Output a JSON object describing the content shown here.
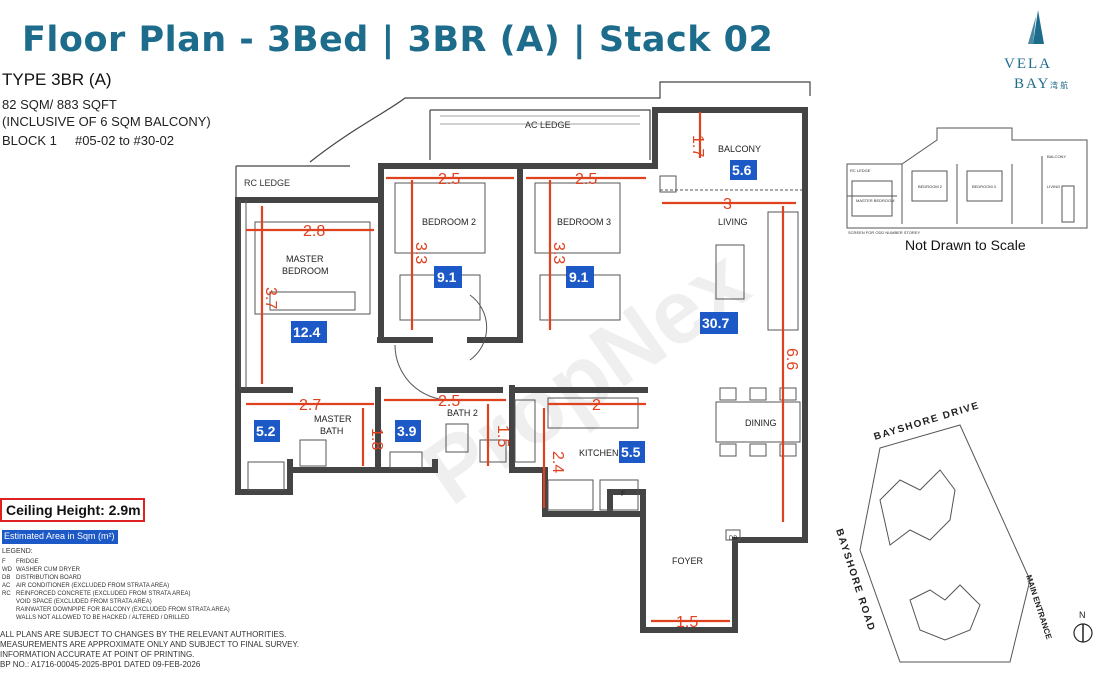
{
  "header": {
    "title": "Floor Plan - 3Bed | 3BR (A) | Stack 02",
    "type_label": "TYPE 3BR (A)",
    "area_line": "82 SQM/ 883 SQFT",
    "balcony_line": "(INCLUSIVE OF 6 SQM BALCONY)",
    "block_line": "BLOCK 1     #05-02 to #30-02"
  },
  "brand": {
    "line1": "VELA",
    "line2": "BAY",
    "chinese": "湾 航"
  },
  "ceiling": "Ceiling Height: 2.9m",
  "estimated_badge": "Estimated Area in Sqm (m²)",
  "legend": {
    "title": "LEGEND:",
    "items": [
      {
        "code": "F",
        "text": "FRIDGE"
      },
      {
        "code": "WD",
        "text": "WASHER CUM DRYER"
      },
      {
        "code": "DB",
        "text": "DISTRIBUTION BOARD"
      },
      {
        "code": "AC",
        "text": "AIR CONDITIONER (EXCLUDED FROM STRATA AREA)"
      },
      {
        "code": "RC",
        "text": "REINFORCED CONCRETE (EXCLUDED FROM STRATA AREA)"
      },
      {
        "code": "",
        "text": "VOID SPACE (EXCLUDED FROM STRATA AREA)"
      },
      {
        "code": "",
        "text": "RAINWATER DOWNPIPE FOR BALCONY (EXCLUDED FROM STRATA AREA)"
      },
      {
        "code": "",
        "text": "WALLS NOT ALLOWED TO BE HACKED / ALTERED / DRILLED"
      }
    ]
  },
  "notes": [
    "ALL PLANS ARE SUBJECT TO CHANGES BY THE RELEVANT AUTHORITIES.",
    "MEASUREMENTS ARE APPROXIMATE ONLY AND SUBJECT TO FINAL SURVEY.",
    "INFORMATION ACCURATE AT POINT OF PRINTING.",
    "BP NO.: A1716-00045-2025-BP01 DATED 09-FEB-2026"
  ],
  "plan": {
    "ledges": {
      "ac_ledge": "AC LEDGE",
      "rc_ledge": "RC LEDGE"
    },
    "rooms": {
      "balcony": "BALCONY",
      "living": "LIVING",
      "bedroom2": "BEDROOM 2",
      "bedroom3": "BEDROOM 3",
      "master_line1": "MASTER",
      "master_line2": "BEDROOM",
      "master_bath_line1": "MASTER",
      "master_bath_line2": "BATH",
      "bath2": "BATH 2",
      "kitchen": "KITCHEN",
      "dining": "DINING",
      "foyer": "FOYER",
      "db": "DB",
      "f": "F"
    },
    "areas": {
      "balcony": "5.6",
      "bedroom2": "9.1",
      "bedroom3": "9.1",
      "master": "12.4",
      "living": "30.7",
      "master_bath": "5.2",
      "bath2": "3.9",
      "kitchen": "5.5"
    },
    "dims": {
      "balcony_v": "1.7",
      "bed2_w": "2.5",
      "bed3_w": "2.5",
      "living_w": "3",
      "master_w": "2.8",
      "bed2_h": "3.3",
      "bed3_h": "3.3",
      "master_h": "3.7",
      "living_h": "6.6",
      "mbath_w": "2.7",
      "mbath_h": "1.8",
      "bath2_w": "2.5",
      "bath2_h": "1.5",
      "kitchen_w": "2",
      "kitchen_h": "2.4",
      "foyer_w": "1.5"
    },
    "watermark": "PropNex"
  },
  "keyplan": {
    "caption": "Not Drawn to Scale",
    "rc_ledge": "RC LEDGE",
    "balcony": "BALCONY",
    "living": "LIVING",
    "master": "MASTER BEDROOM",
    "bed2": "BEDROOM 2",
    "bed3": "BEDROOM 3",
    "screen_note": "SCREEN FOR ODD NUMBER STOREY"
  },
  "siteplan": {
    "drive": "BAYSHORE DRIVE",
    "road": "BAYSHORE ROAD",
    "entrance": "MAIN ENTRANCE",
    "north": "N"
  },
  "colors": {
    "title": "#1d6c8c",
    "area_badge": "#1c59c7",
    "dimension": "#e0411f",
    "ceiling_border": "#dd2222"
  }
}
